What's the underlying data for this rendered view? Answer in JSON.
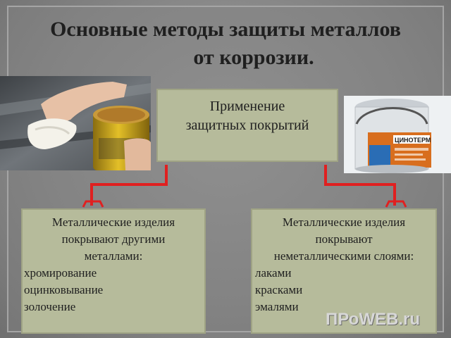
{
  "slide": {
    "title_line1": "Основные методы защиты металлов",
    "title_line2": "от коррозии."
  },
  "top_box": {
    "line1": "Применение",
    "line2": "защитных покрытий"
  },
  "left_box": {
    "head": [
      "Металлические изделия",
      "покрывают другими",
      "металлами:"
    ],
    "items": [
      "хромирование",
      "оцинковывание",
      "золочение"
    ]
  },
  "right_box": {
    "head": [
      "Металлические изделия",
      "покрывают",
      "неметаллическими слоями:"
    ],
    "items": [
      "лаками",
      "красками",
      "эмалями"
    ]
  },
  "photo_right": {
    "brand": "ЦИНОТЕРМ"
  },
  "colors": {
    "arrow": "#e02020",
    "box_fill": "#b6bb9b"
  },
  "watermark": {
    "text": "ПРоWEB.ru"
  }
}
